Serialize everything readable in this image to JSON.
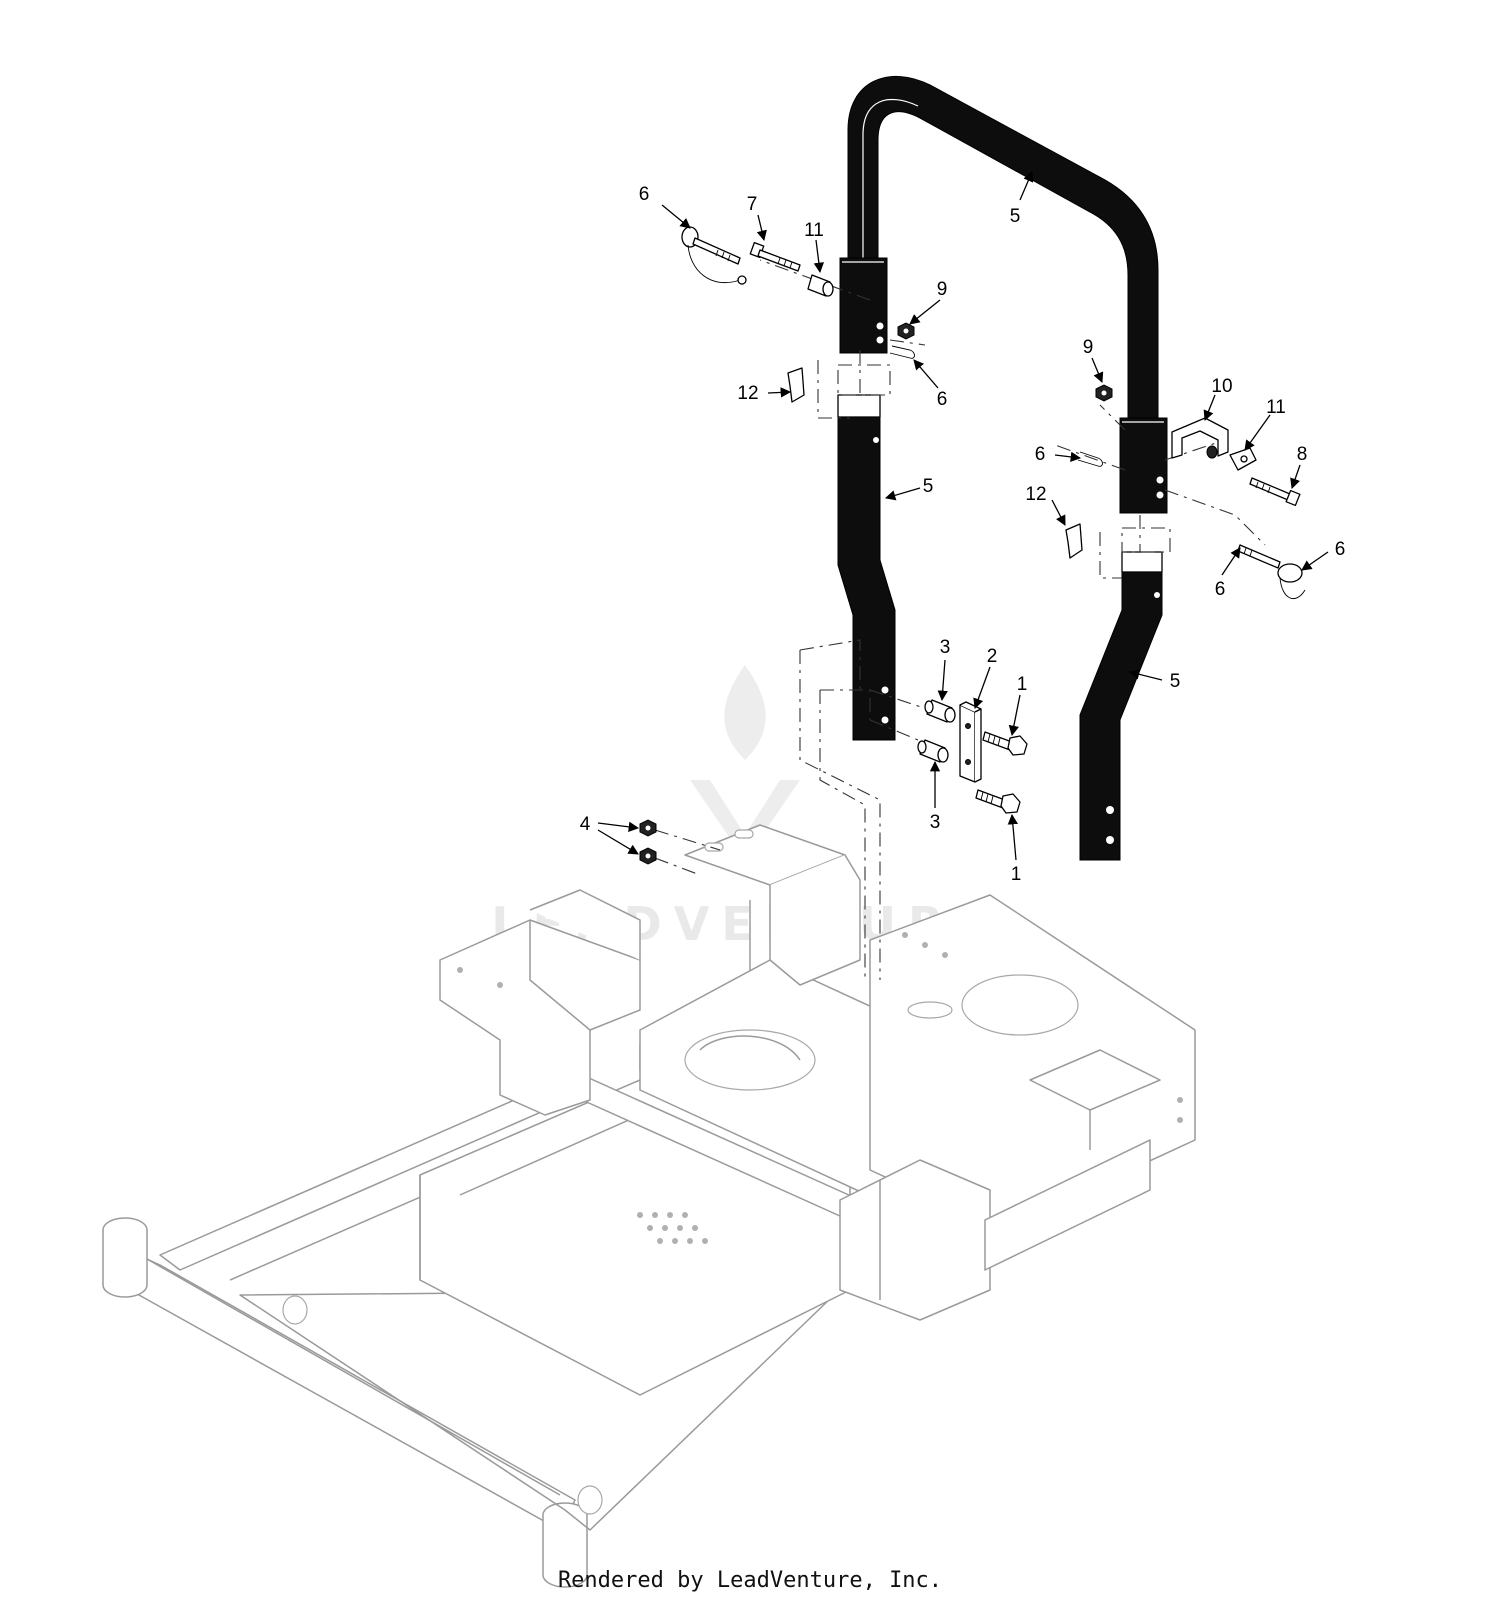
{
  "diagram": {
    "callouts": [
      {
        "id": "c6a",
        "label": "6"
      },
      {
        "id": "c7",
        "label": "7"
      },
      {
        "id": "c11a",
        "label": "11"
      },
      {
        "id": "c5a",
        "label": "5"
      },
      {
        "id": "c9a",
        "label": "9"
      },
      {
        "id": "c6b",
        "label": "6"
      },
      {
        "id": "c12a",
        "label": "12"
      },
      {
        "id": "c5b",
        "label": "5"
      },
      {
        "id": "c9b",
        "label": "9"
      },
      {
        "id": "c10",
        "label": "10"
      },
      {
        "id": "c11b",
        "label": "11"
      },
      {
        "id": "c6c",
        "label": "6"
      },
      {
        "id": "c8",
        "label": "8"
      },
      {
        "id": "c12b",
        "label": "12"
      },
      {
        "id": "c6d",
        "label": "6"
      },
      {
        "id": "c6e",
        "label": "6"
      },
      {
        "id": "c5c",
        "label": "5"
      },
      {
        "id": "c3a",
        "label": "3"
      },
      {
        "id": "c2",
        "label": "2"
      },
      {
        "id": "c1a",
        "label": "1"
      },
      {
        "id": "c3b",
        "label": "3"
      },
      {
        "id": "c1b",
        "label": "1"
      },
      {
        "id": "c4",
        "label": "4"
      }
    ],
    "watermark": "LEADVENTURE",
    "credit": "Rendered by LeadVenture, Inc."
  }
}
